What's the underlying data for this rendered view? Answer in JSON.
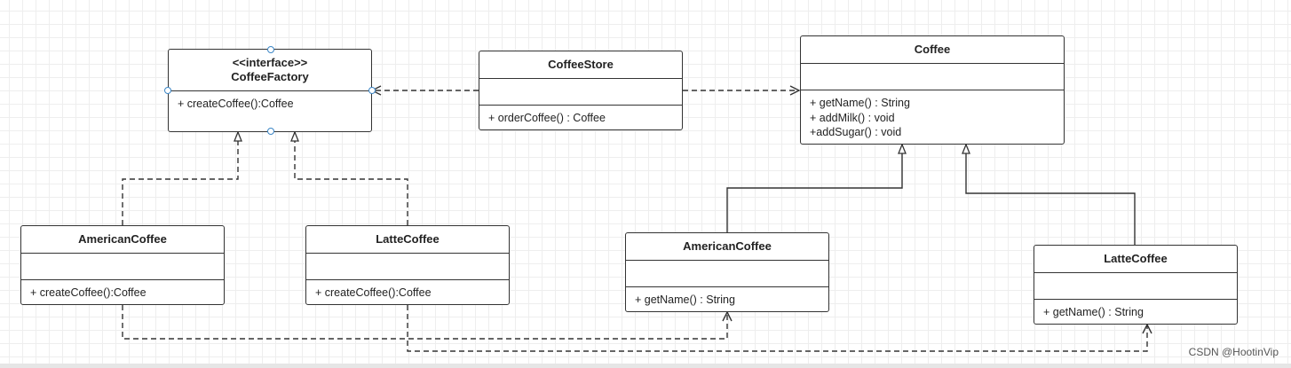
{
  "classes": {
    "coffee_factory": {
      "stereotype": "<<interface>>",
      "name": "CoffeeFactory",
      "ops": [
        "+ createCoffee():Coffee"
      ]
    },
    "coffee_store": {
      "name": "CoffeeStore",
      "ops": [
        "+ orderCoffee() : Coffee"
      ]
    },
    "coffee": {
      "name": "Coffee",
      "ops": [
        "+ getName() : String",
        "+ addMilk() : void",
        "+addSugar() : void"
      ]
    },
    "american_coffee_factory": {
      "name": "AmericanCoffee",
      "ops": [
        "+ createCoffee():Coffee"
      ]
    },
    "latte_coffee_factory": {
      "name": "LatteCoffee",
      "ops": [
        "+ createCoffee():Coffee"
      ]
    },
    "american_coffee": {
      "name": "AmericanCoffee",
      "ops": [
        "+ getName() : String"
      ]
    },
    "latte_coffee": {
      "name": "LatteCoffee",
      "ops": [
        "+ getName() : String"
      ]
    }
  },
  "watermark": "CSDN @HootinVip",
  "colors": {
    "line": "#333333",
    "handle": "#3b86c6",
    "grid": "#eeeeee"
  }
}
